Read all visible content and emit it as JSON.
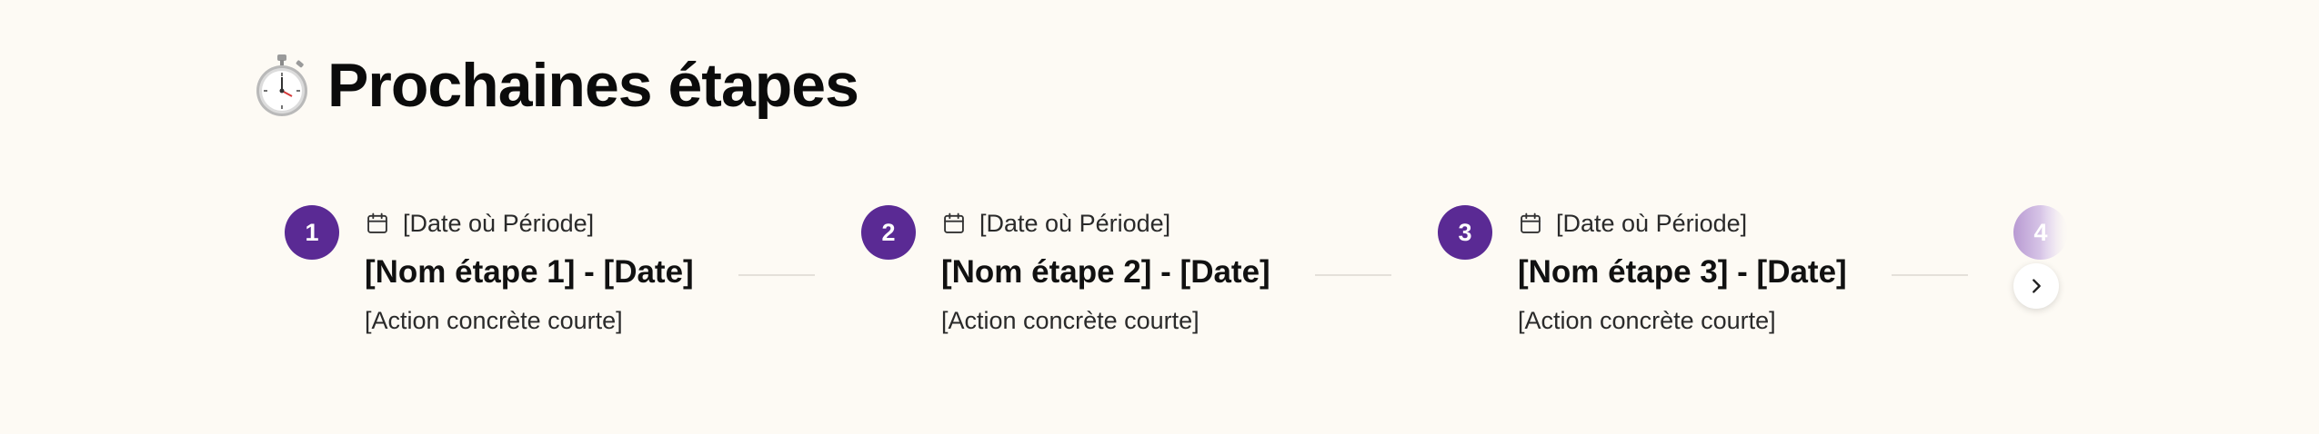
{
  "header": {
    "title": "Prochaines étapes",
    "icon": "stopwatch-icon"
  },
  "steps": [
    {
      "number": "1",
      "date": "[Date où Période]",
      "title": "[Nom étape 1] - [Date]",
      "action": "[Action concrète courte]"
    },
    {
      "number": "2",
      "date": "[Date où Période]",
      "title": "[Nom étape 2] - [Date]",
      "action": "[Action concrète courte]"
    },
    {
      "number": "3",
      "date": "[Date où Période]",
      "title": "[Nom étape 3] - [Date]",
      "action": "[Action concrète courte]"
    },
    {
      "number": "4"
    }
  ],
  "colors": {
    "accent": "#5a2a94",
    "background": "#fdfaf4",
    "connector": "#e4e0d9"
  },
  "icons": {
    "date": "calendar-icon",
    "next": "chevron-right-icon"
  }
}
